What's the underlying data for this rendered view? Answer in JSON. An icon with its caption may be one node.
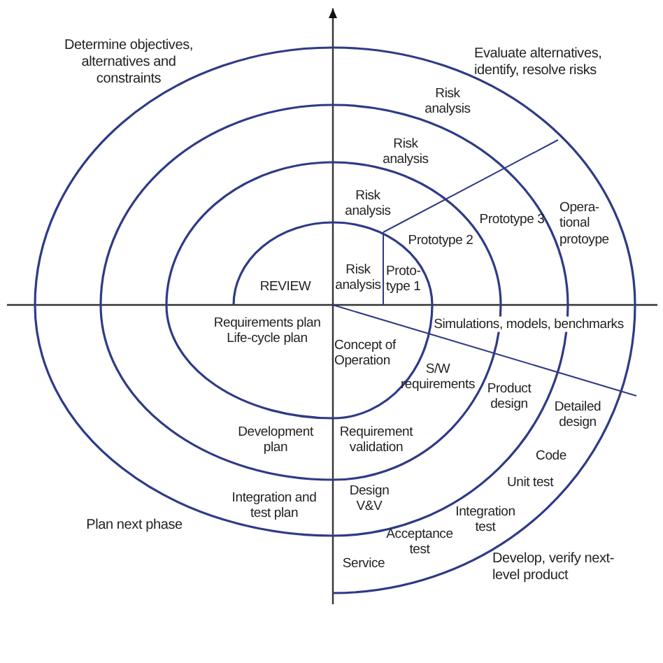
{
  "diagram": {
    "labels": [
      "Determine objectives, alternatives and constraints",
      "Evaluate alternatives, identify, resolve risks",
      "Risk analysis",
      "Risk analysis",
      "Risk analysis",
      "REVIEW",
      "Risk analysis",
      "Proto- type 1",
      "Prototype 2",
      "Prototype 3",
      "Opera- tional protoype",
      "Requirements plan Life-cycle plan",
      "Simulations, models, benchmarks",
      "Concept of Operation",
      "S/W requirements",
      "Product design",
      "Detailed design",
      "Development plan",
      "Requirement validation",
      "Code",
      "Unit test",
      "Integration and test plan",
      "Design V&V",
      "Integration test",
      "Plan next phase",
      "Acceptance test",
      "Service",
      "Develop, verify next-level product"
    ]
  }
}
